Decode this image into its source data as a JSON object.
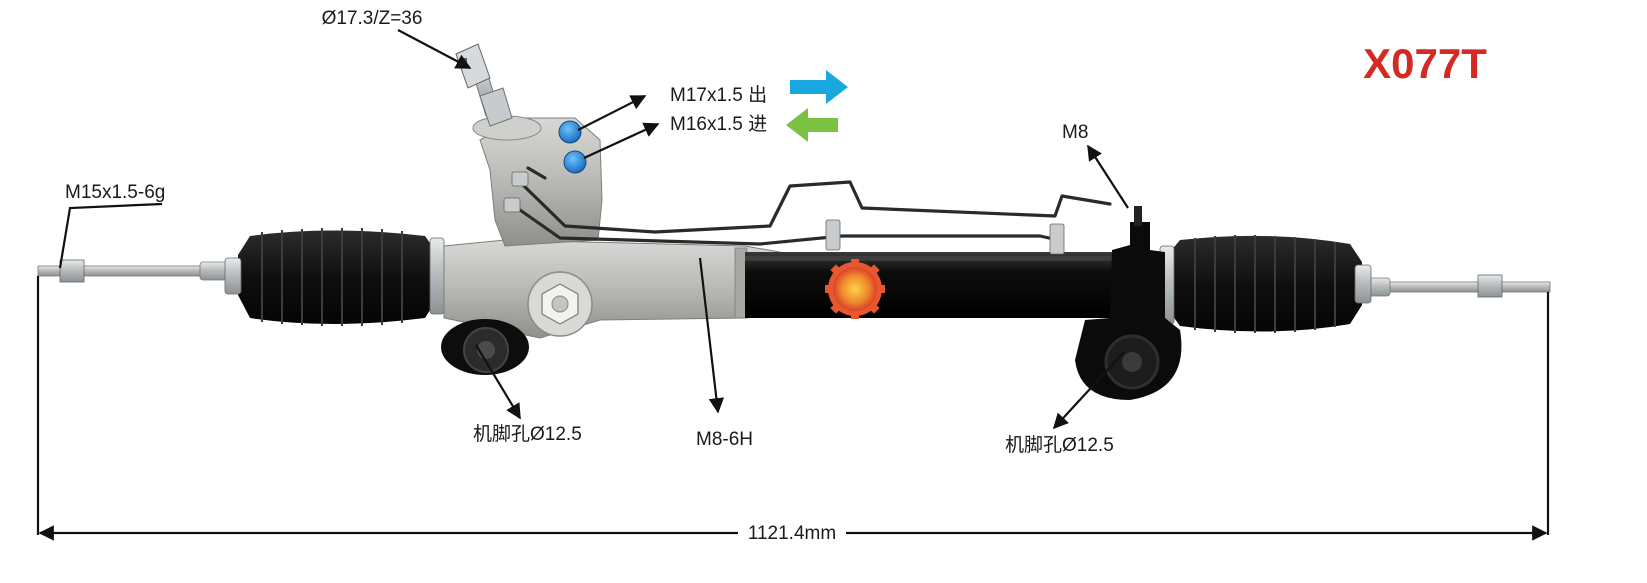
{
  "model_code": "X077T",
  "labels": {
    "input_shaft": "Ø17.3/Z=36",
    "outlet_port": "M17x1.5 出",
    "inlet_port": "M16x1.5 进",
    "tie_rod_thread": "M15x1.5-6g",
    "bracket_bolt": "M8",
    "mount_hole_left": "机脚孔Ø12.5",
    "mount_hole_right": "机脚孔Ø12.5",
    "housing_thread": "M8-6H",
    "overall_length": "1121.4mm"
  },
  "colors": {
    "model_code": "#d42a23",
    "outlet_arrow": "#1aa7e0",
    "inlet_arrow": "#7cc142",
    "text": "#1a1a1a"
  }
}
